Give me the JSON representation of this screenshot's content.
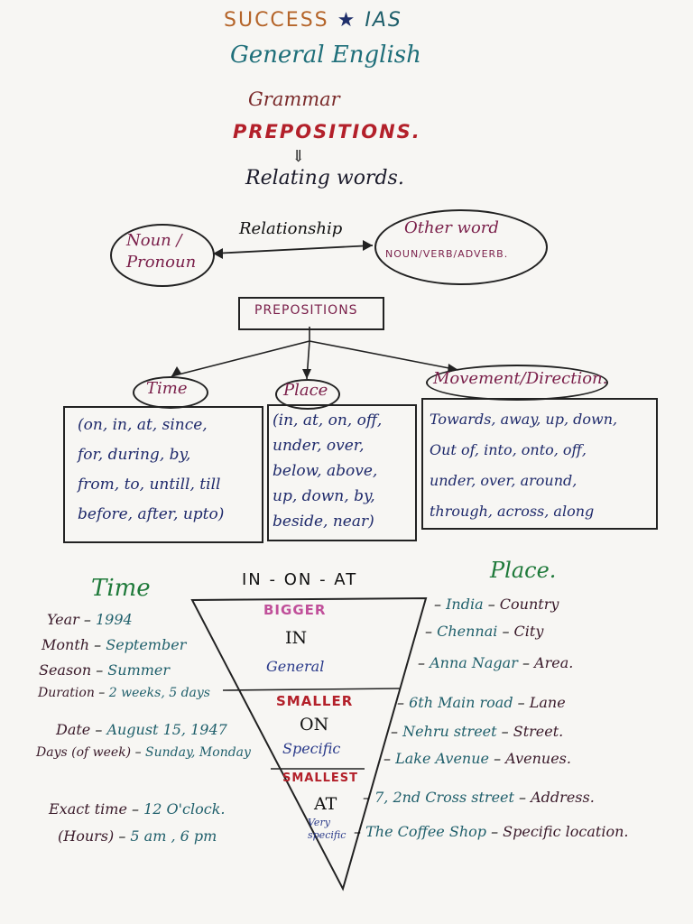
{
  "header": {
    "success": "SUCCESS",
    "star": "★",
    "ias": "IAS",
    "subject": "General English",
    "section": "Grammar",
    "topic": "PREPOSITIONS.",
    "arrow": "⇓",
    "definition": "Relating words."
  },
  "relationship_diagram": {
    "left": "Noun / Pronoun",
    "connector": "Relationship",
    "right_line1": "Other word",
    "right_line2": "NOUN/VERB/ADVERB."
  },
  "categories": {
    "root": "PREPOSITIONS",
    "time": {
      "label": "Time",
      "lines": [
        "(on, in, at, since,",
        "for, during, by,",
        "from, to, untill, till",
        "before, after, upto)"
      ]
    },
    "place": {
      "label": "Place",
      "lines": [
        "(in, at, on, off,",
        "under, over,",
        "below, above,",
        "up, down, by,",
        "beside, near)"
      ]
    },
    "movement": {
      "label": "Movement/Direction.",
      "lines": [
        "Towards, away, up, down,",
        "Out of, into, onto, off,",
        "under, over, around,",
        "through, across, along"
      ]
    }
  },
  "in_on_at": {
    "title": "IN - ON - AT",
    "time_title": "Time",
    "place_title": "Place.",
    "levels": [
      {
        "size": "BIGGER",
        "prep": "IN",
        "desc": "General"
      },
      {
        "size": "SMALLER",
        "prep": "ON",
        "desc": "Specific"
      },
      {
        "size": "SMALLEST",
        "prep": "AT",
        "desc": "Very specific"
      }
    ],
    "time_rows": [
      {
        "label": "Year",
        "value": "1994"
      },
      {
        "label": "Month",
        "value": "September"
      },
      {
        "label": "Season",
        "value": "Summer"
      },
      {
        "label": "Duration",
        "value": "2 weeks, 5 days"
      },
      {
        "label": "Date",
        "value": "August 15, 1947"
      },
      {
        "label": "Days (of week)",
        "value": "Sunday, Monday"
      },
      {
        "label": "Exact time",
        "value": "12 O'clock."
      },
      {
        "label": "(Hours)",
        "value": "5 am , 6 pm"
      }
    ],
    "place_rows": [
      {
        "value": "India",
        "label": "Country"
      },
      {
        "value": "Chennai",
        "label": "City"
      },
      {
        "value": "Anna Nagar",
        "label": "Area."
      },
      {
        "value": "6th Main road",
        "label": "Lane"
      },
      {
        "value": "Nehru street",
        "label": "Street."
      },
      {
        "value": "Lake Avenue",
        "label": "Avenues."
      },
      {
        "value": "7, 2nd Cross street",
        "label": "Address."
      },
      {
        "value": "The Coffee Shop",
        "label": "Specific location."
      }
    ]
  }
}
